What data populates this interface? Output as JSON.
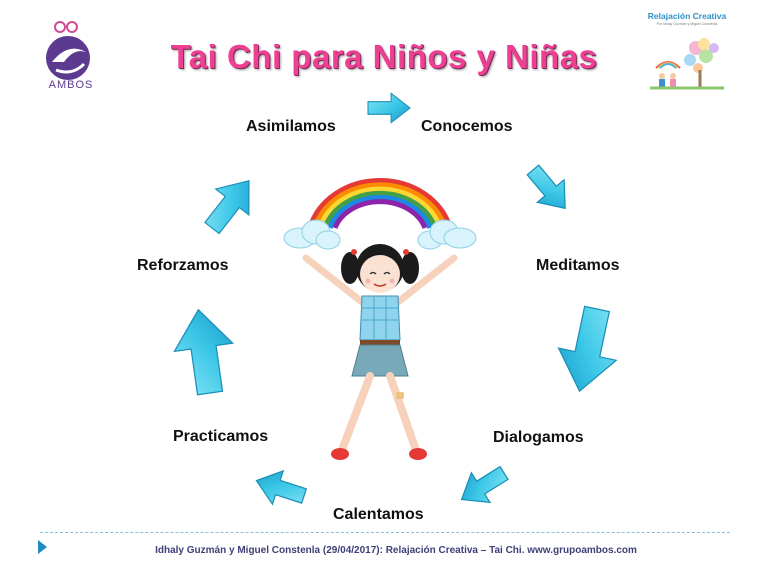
{
  "header": {
    "title": "Tai Chi para Niños y Niñas",
    "logo_left_label": "AMBOS",
    "logo_right_title": "Relajación Creativa",
    "logo_right_subtitle": "Por Idhaly Guzmán y Miguel Constenla"
  },
  "cycle": {
    "steps": [
      "Asimilamos",
      "Conocemos",
      "Meditamos",
      "Dialogamos",
      "Calentamos",
      "Practicamos",
      "Reforzamos"
    ],
    "arrow_color": "#39c6e6"
  },
  "footer": {
    "text": "Idhaly Guzmán y Miguel Constenla (29/04/2017): Relajación Creativa – Tai Chi.  www.grupoambos.com"
  },
  "colors": {
    "title": "#ee3f93",
    "footer_text": "#3f3f78",
    "ambos_purple": "#5b3a8f"
  }
}
